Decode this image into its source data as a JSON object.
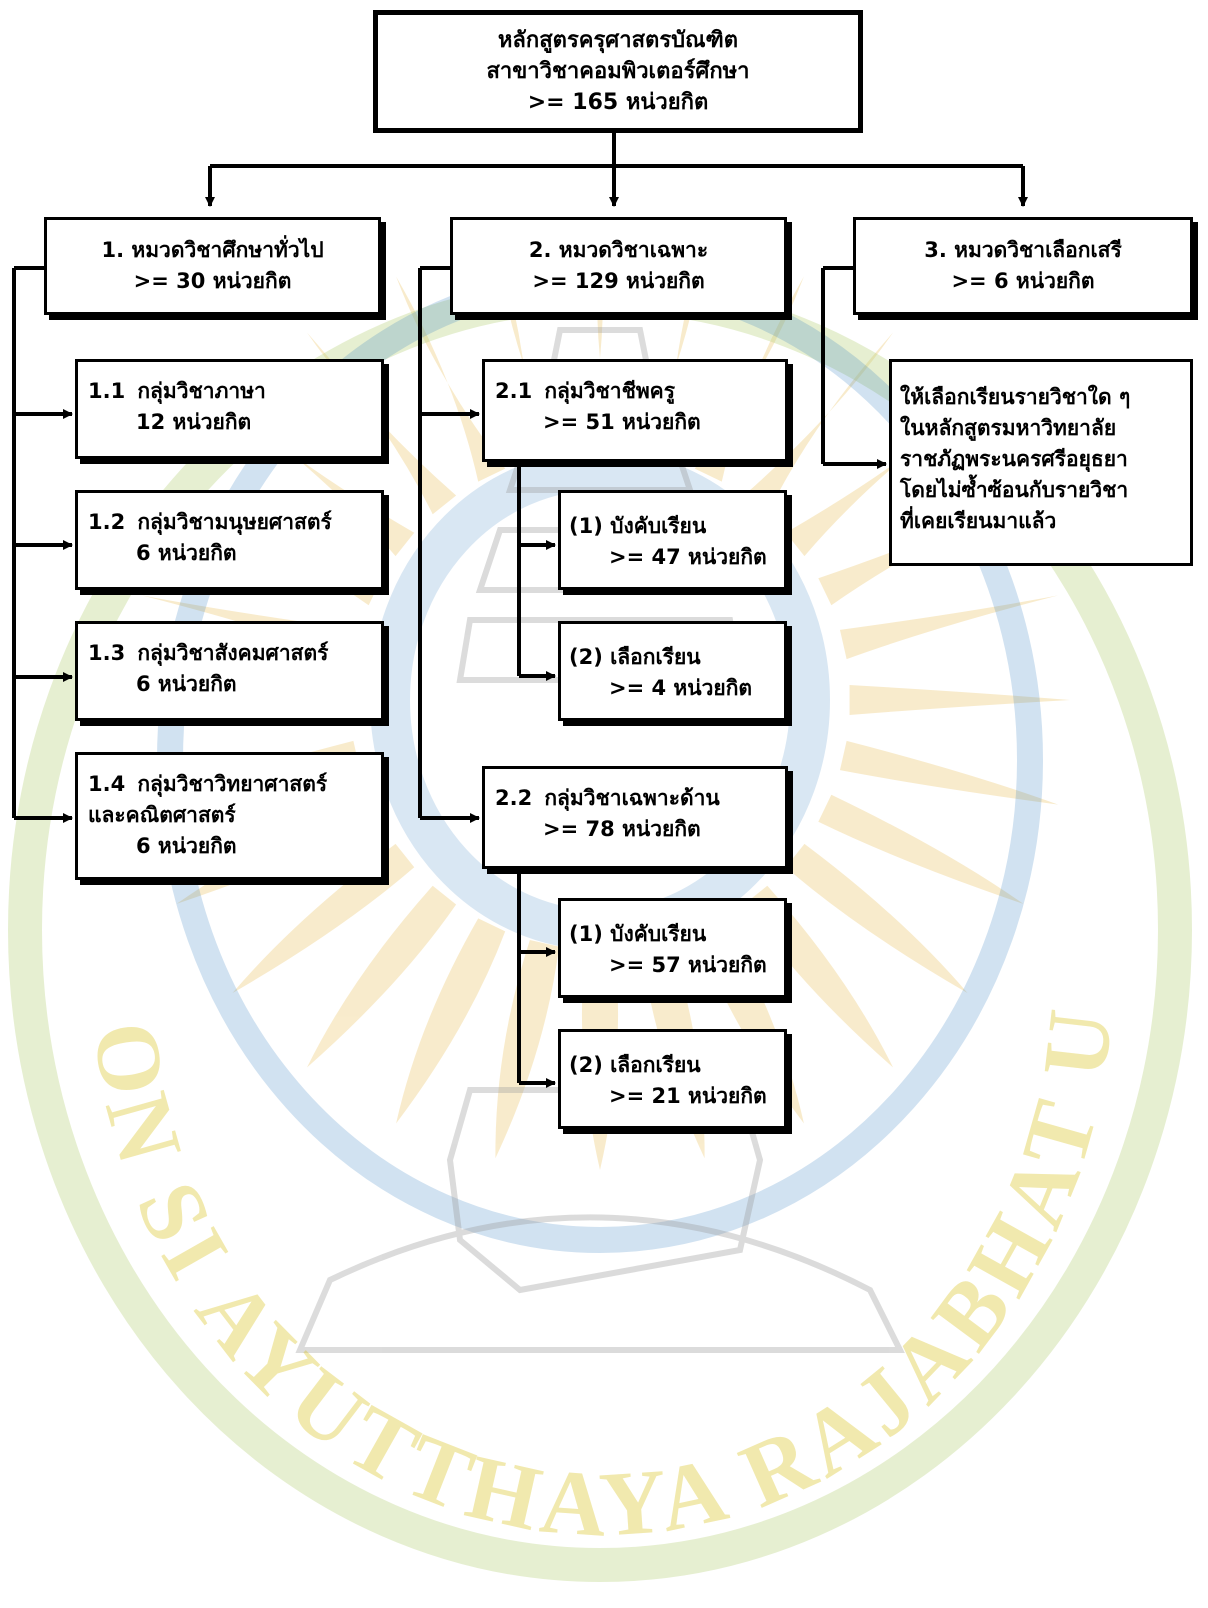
{
  "watermark": {
    "text": "PHRANAKHON SI AYUTTHAYA RAJABHAT UNIVERSITY",
    "colors": {
      "ring": "#2e7bbf",
      "text": "#d9c21b",
      "rays": "#e8b94a"
    }
  },
  "root": {
    "line1": "หลักสูตรครุศาสตรบัณฑิต",
    "line2": "สาขาวิชาคอมพิวเตอร์ศึกษา",
    "line3": ">= 165 หน่วยกิต"
  },
  "categories": [
    {
      "title": "1. หมวดวิชาศึกษาทั่วไป",
      "credits": ">= 30 หน่วยกิต"
    },
    {
      "title": "2. หมวดวิชาเฉพาะ",
      "credits": ">= 129 หน่วยกิต"
    },
    {
      "title": "3. หมวดวิชาเลือกเสรี",
      "credits": ">= 6 หน่วยกิต"
    }
  ],
  "general": [
    {
      "num": "1.1",
      "name": "กลุ่มวิชาภาษา",
      "credits": "12 หน่วยกิต"
    },
    {
      "num": "1.2",
      "name": "กลุ่มวิชามนุษยศาสตร์",
      "credits": "6 หน่วยกิต"
    },
    {
      "num": "1.3",
      "name": "กลุ่มวิชาสังคมศาสตร์",
      "credits": "6 หน่วยกิต"
    },
    {
      "num": "1.4",
      "name": "กลุ่มวิชาวิทยาศาสตร์",
      "name2": "และคณิตศาสตร์",
      "credits": "6 หน่วยกิต"
    }
  ],
  "specific": [
    {
      "num": "2.1",
      "name": "กลุ่มวิชาชีพครู",
      "credits": ">= 51 หน่วยกิต",
      "subs": [
        {
          "label": "(1) บังคับเรียน",
          "credits": ">= 47 หน่วยกิต"
        },
        {
          "label": "(2) เลือกเรียน",
          "credits": ">= 4 หน่วยกิต"
        }
      ]
    },
    {
      "num": "2.2",
      "name": "กลุ่มวิชาเฉพาะด้าน",
      "credits": ">= 78 หน่วยกิต",
      "subs": [
        {
          "label": "(1) บังคับเรียน",
          "credits": ">= 57 หน่วยกิต"
        },
        {
          "label": "(2) เลือกเรียน",
          "credits": ">= 21 หน่วยกิต"
        }
      ]
    }
  ],
  "free_note": [
    "ให้เลือกเรียนรายวิชาใด ๆ",
    "ในหลักสูตรมหาวิทยาลัย",
    "ราชภัฏพระนครศรีอยุธยา",
    "โดยไม่ซ้ำซ้อนกับรายวิชา",
    "ที่เคยเรียนมาแล้ว"
  ]
}
